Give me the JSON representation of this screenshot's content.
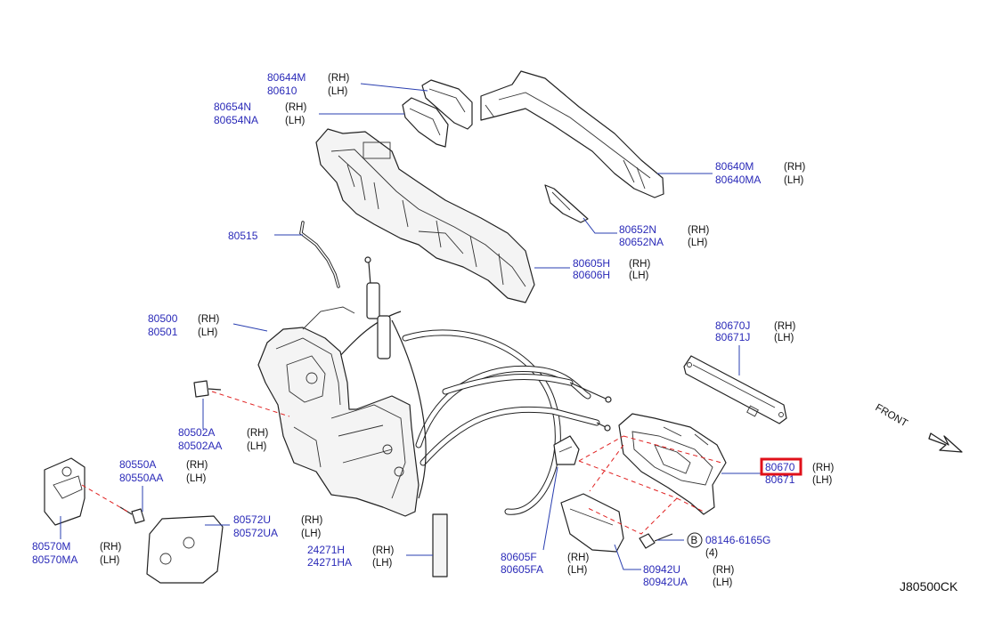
{
  "diagram_code": "J80500CK",
  "front_label": "FRONT",
  "highlight_color": "#e0101a",
  "label_color": "#2a2ab8",
  "labels": [
    {
      "id": "80644m",
      "parts": [
        "80644M",
        "80610"
      ],
      "sides": [
        "(RH)",
        "(LH)"
      ]
    },
    {
      "id": "80654n",
      "parts": [
        "80654N",
        "80654NA"
      ],
      "sides": [
        "(RH)",
        "(LH)"
      ]
    },
    {
      "id": "80640m",
      "parts": [
        "80640M",
        "80640MA"
      ],
      "sides": [
        "(RH)",
        "(LH)"
      ]
    },
    {
      "id": "80515",
      "parts": [
        "80515"
      ],
      "sides": []
    },
    {
      "id": "80652n",
      "parts": [
        "80652N",
        "80652NA"
      ],
      "sides": [
        "(RH)",
        "(LH)"
      ]
    },
    {
      "id": "80605h",
      "parts": [
        "80605H",
        "80606H"
      ],
      "sides": [
        "(RH)",
        "(LH)"
      ]
    },
    {
      "id": "80500",
      "parts": [
        "80500",
        "80501"
      ],
      "sides": [
        "(RH)",
        "(LH)"
      ]
    },
    {
      "id": "80670j",
      "parts": [
        "80670J",
        "80671J"
      ],
      "sides": [
        "(RH)",
        "(LH)"
      ]
    },
    {
      "id": "80502a",
      "parts": [
        "80502A",
        "80502AA"
      ],
      "sides": [
        "(RH)",
        "(LH)"
      ]
    },
    {
      "id": "80550a",
      "parts": [
        "80550A",
        "80550AA"
      ],
      "sides": [
        "(RH)",
        "(LH)"
      ]
    },
    {
      "id": "80670",
      "parts": [
        "80670",
        "80671"
      ],
      "sides": [
        "(RH)",
        "(LH)"
      ],
      "highlighted": true
    },
    {
      "id": "80572u",
      "parts": [
        "80572U",
        "80572UA"
      ],
      "sides": [
        "(RH)",
        "(LH)"
      ]
    },
    {
      "id": "80570m",
      "parts": [
        "80570M",
        "80570MA"
      ],
      "sides": [
        "(RH)",
        "(LH)"
      ]
    },
    {
      "id": "24271h",
      "parts": [
        "24271H",
        "24271HA"
      ],
      "sides": [
        "(RH)",
        "(LH)"
      ]
    },
    {
      "id": "80605f",
      "parts": [
        "80605F",
        "80605FA"
      ],
      "sides": [
        "(RH)",
        "(LH)"
      ]
    },
    {
      "id": "08146",
      "parts": [
        "08146-6165G"
      ],
      "sides": [],
      "badge": "B",
      "qty": "(4)"
    },
    {
      "id": "80942u",
      "parts": [
        "80942U",
        "80942UA"
      ],
      "sides": [
        "(RH)",
        "(LH)"
      ]
    }
  ]
}
